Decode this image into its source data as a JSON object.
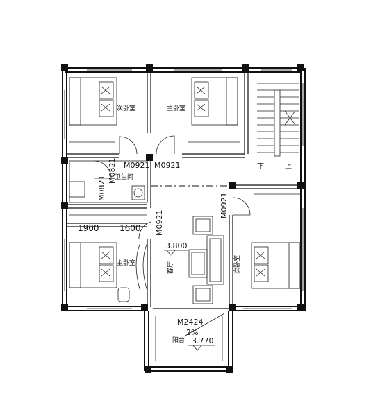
{
  "rooms": {
    "secondary_bedroom_top": "次卧室",
    "master_bedroom_top": "主卧室",
    "bathroom": "卫生间",
    "master_bedroom_bottom": "主卧室",
    "living_room": "客厅",
    "secondary_bedroom_right": "次卧室",
    "balcony": "阳台"
  },
  "doors": {
    "m0921_a": "M0921",
    "m0921_b": "M0921",
    "m0821_a": "M0821",
    "m0821_b": "M0821",
    "m0921_c": "M0921",
    "m0921_d": "M0921",
    "m2424": "M2424"
  },
  "dims": {
    "d1900": "1900",
    "d1600": "1600"
  },
  "levels": {
    "living": "3.800",
    "balcony": "3.770",
    "slope": "2%"
  },
  "stairs": {
    "down": "下",
    "up": "上"
  }
}
